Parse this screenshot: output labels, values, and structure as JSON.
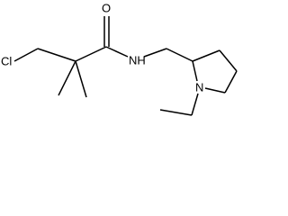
{
  "molecule": {
    "atoms": {
      "chlorine": "Cl",
      "oxygen": "O",
      "amide_nitrogen": "NH",
      "ring_nitrogen": "N"
    }
  }
}
